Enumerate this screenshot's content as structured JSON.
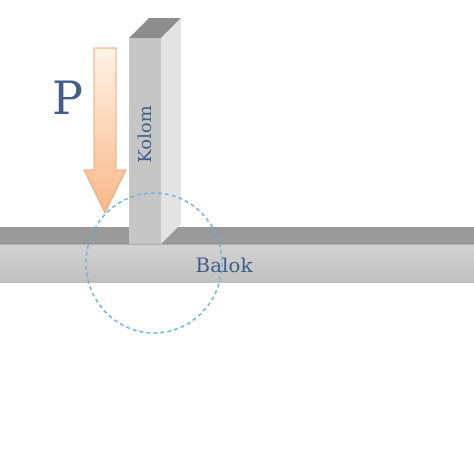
{
  "labels": {
    "load": "P",
    "column": "Kolom",
    "beam": "Balok"
  },
  "colors": {
    "text": "#3f5f8a",
    "beam_front": "#c9c9c9",
    "beam_top": "#9a9a9a",
    "column_front": "#c6c6c6",
    "column_side": "#e3e3e3",
    "column_top": "#8d8d8d",
    "arrow_top": "#fff3e6",
    "arrow_bottom": "#f7b889",
    "arrow_stroke": "#f0a877",
    "joint_circle": "#66b4d8"
  },
  "icons": {
    "load_arrow": "down-arrow-icon"
  }
}
